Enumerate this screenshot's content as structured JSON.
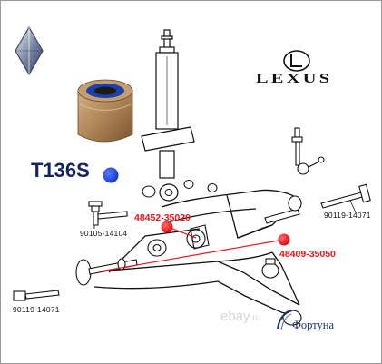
{
  "brand": {
    "name": "LEXUS",
    "logo_icon": "lexus-emblem-icon",
    "corner_icon": "rhombus-logo-icon"
  },
  "highlight_label": "T136S",
  "part_numbers": {
    "bushing_left": "48452-35020",
    "bushing_right": "48409-35050",
    "bolt_right": "90119-14071",
    "bolt_left": "90105-14104",
    "bolt_bottom": "90119-14071"
  },
  "watermark": "ebay",
  "watermark_tld": ".ru",
  "seller_mark": "Фортуна",
  "colors": {
    "accent_red": "#e8151b",
    "accent_blue": "#1640d8",
    "label_navy": "#14245e",
    "bushing_bronze": "#b08758",
    "bushing_blue": "#1f3fa8"
  }
}
